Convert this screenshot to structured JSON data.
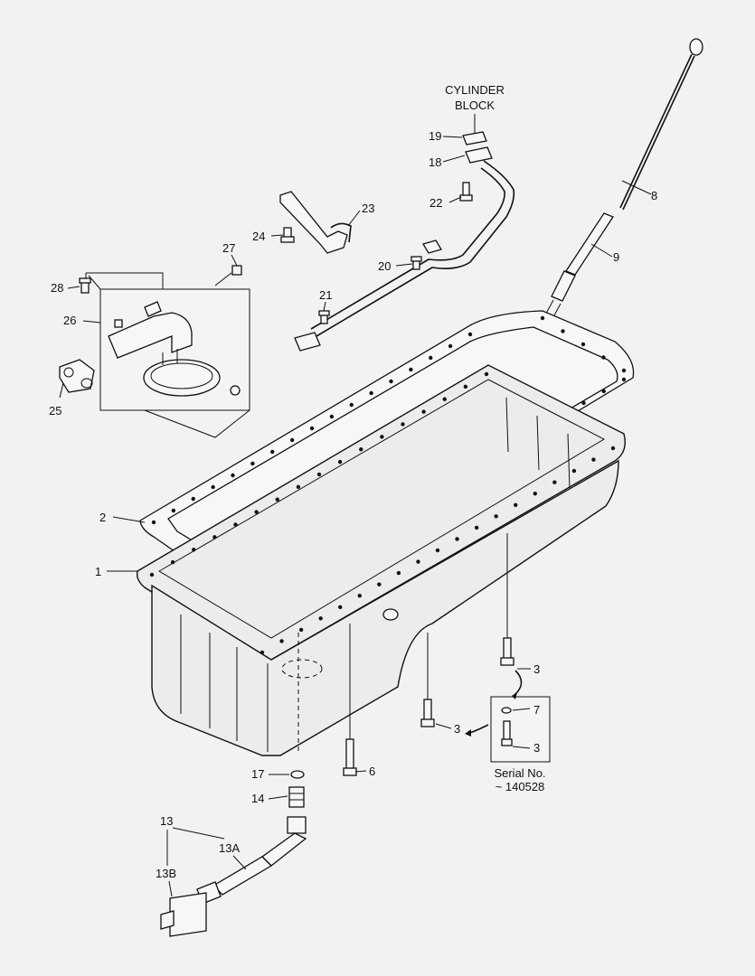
{
  "header": {
    "line1": "CYLINDER",
    "line2": "BLOCK"
  },
  "callouts": {
    "c1": "1",
    "c2": "2",
    "c3a": "3",
    "c3b": "3",
    "c3c": "3",
    "c6": "6",
    "c7": "7",
    "c8": "8",
    "c9": "9",
    "c13": "13",
    "c13a": "13A",
    "c13b": "13B",
    "c14": "14",
    "c17": "17",
    "c18": "18",
    "c19": "19",
    "c20": "20",
    "c21": "21",
    "c22": "22",
    "c23": "23",
    "c24": "24",
    "c25": "25",
    "c26": "26",
    "c27": "27",
    "c28": "28"
  },
  "serial_note": {
    "line1": "Serial No.",
    "line2": "~ 140528"
  }
}
